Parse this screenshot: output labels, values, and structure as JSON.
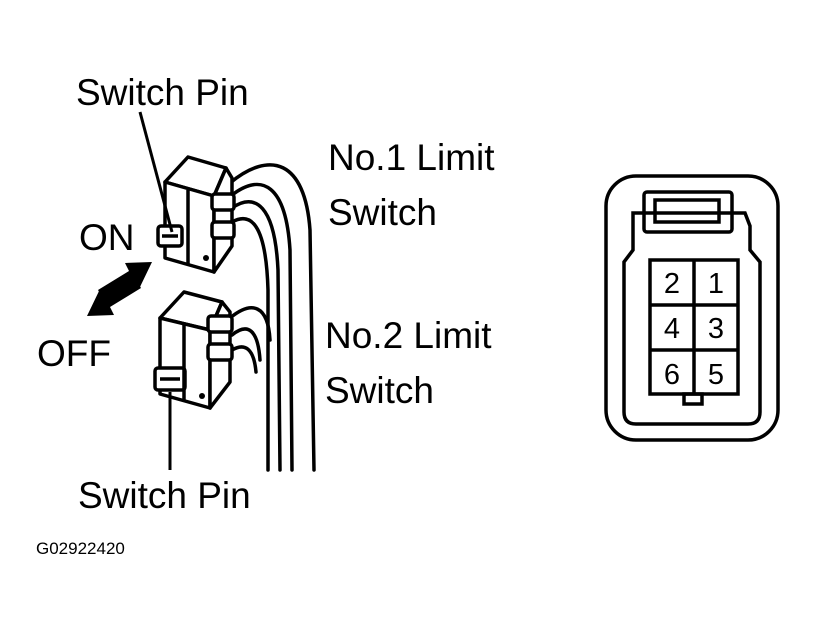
{
  "labels": {
    "switch_pin_top": "Switch Pin",
    "switch_pin_bottom": "Switch Pin",
    "on": "ON",
    "off": "OFF",
    "limit_switch_1_line1": "No.1 Limit",
    "limit_switch_1_line2": "Switch",
    "limit_switch_2_line1": "No.2 Limit",
    "limit_switch_2_line2": "Switch",
    "figure_code": "G02922420"
  },
  "connector": {
    "pins": [
      "2",
      "1",
      "4",
      "3",
      "6",
      "5"
    ]
  },
  "colors": {
    "ink": "#000000",
    "paper": "#ffffff"
  }
}
